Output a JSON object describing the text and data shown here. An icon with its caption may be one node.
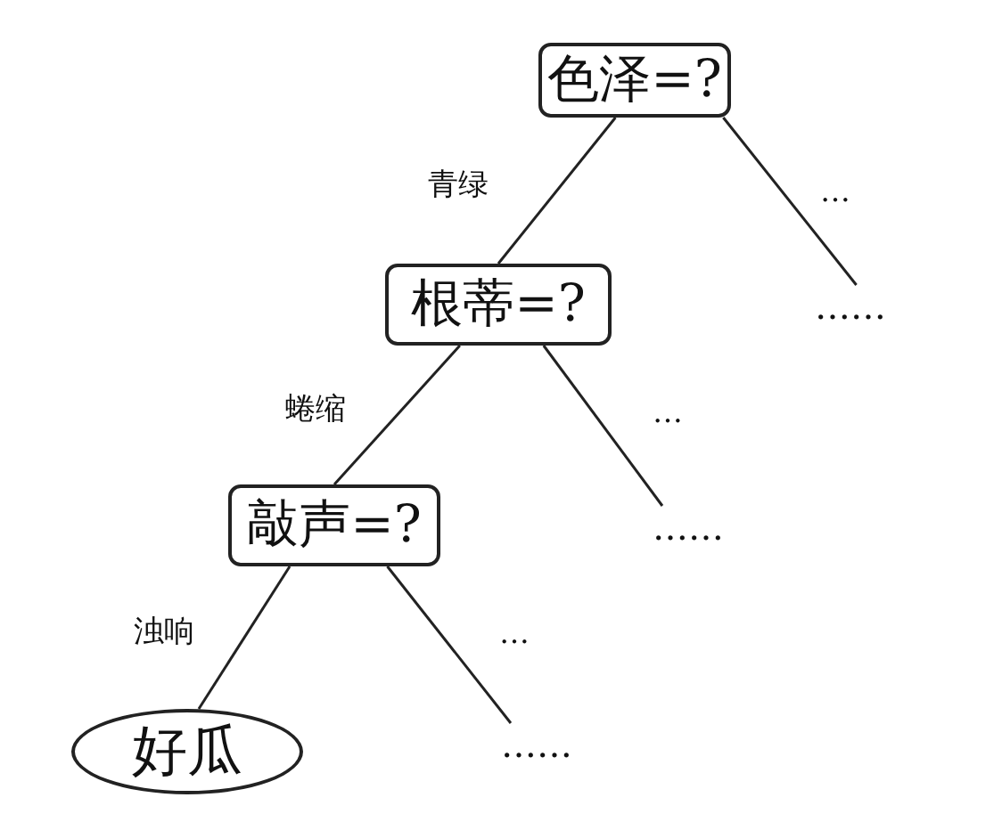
{
  "diagram": {
    "nodes": [
      {
        "text": [
          "色泽=?"
        ]
      },
      {
        "text": [
          "根蒂=?"
        ]
      },
      {
        "text": [
          "敲声=?"
        ]
      },
      {
        "text": [
          "好瓜"
        ]
      },
      {
        "text": [
          "……"
        ]
      },
      {
        "text": [
          "……"
        ]
      },
      {
        "text": [
          "……"
        ]
      }
    ],
    "edges": [
      {
        "from": 0,
        "to": 1,
        "arrow": "none",
        "label": "青绿"
      },
      {
        "from": 1,
        "to": 2,
        "arrow": "none",
        "label": "蜷缩"
      },
      {
        "from": 2,
        "to": 3,
        "arrow": "none",
        "label": "浊响"
      },
      {
        "from": 0,
        "to": 4,
        "arrow": "none",
        "label": "…"
      },
      {
        "from": 1,
        "to": 5,
        "arrow": "none",
        "label": "…"
      },
      {
        "from": 2,
        "to": 6,
        "arrow": "none",
        "label": "…"
      }
    ]
  }
}
